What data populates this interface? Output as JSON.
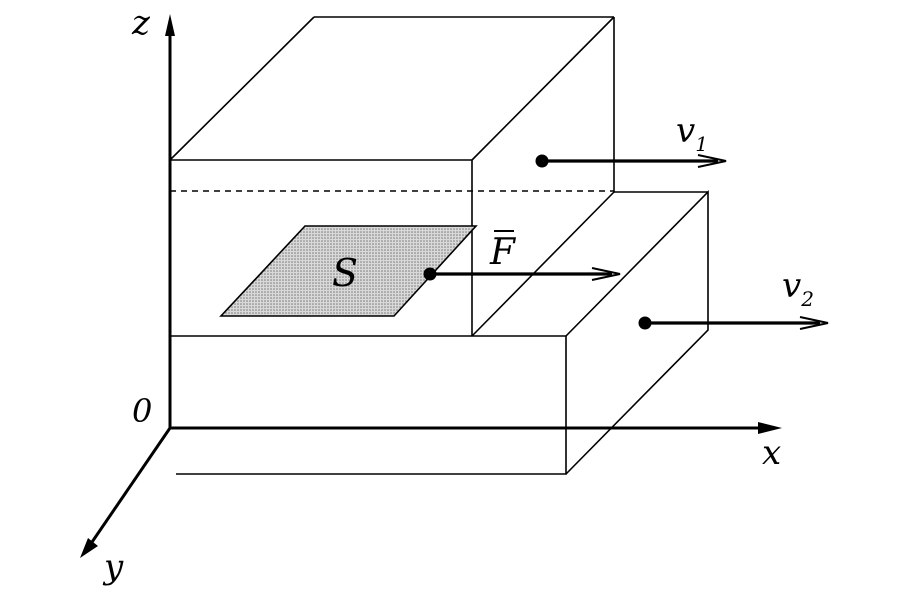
{
  "labels": {
    "z_axis": "z",
    "x_axis": "x",
    "y_axis": "y",
    "origin": "0",
    "area": "S",
    "force": "F",
    "upper_velocity_symbol": "v",
    "upper_velocity_subscript": "1",
    "lower_velocity_symbol": "v",
    "lower_velocity_subscript": "2"
  },
  "colors": {
    "line": "#000000",
    "area_fill": "#bdbdbd",
    "background": "#ffffff"
  }
}
